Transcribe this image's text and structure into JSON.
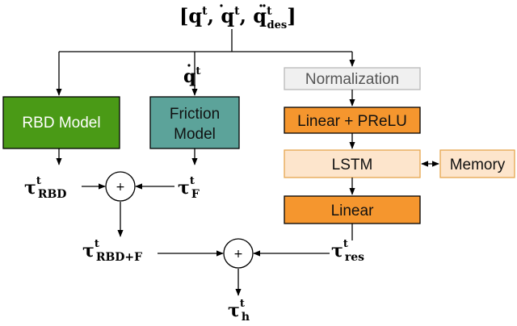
{
  "input": {
    "open_bracket": "[",
    "q": "q",
    "q_sup": "t",
    "sep1": ", ",
    "qd": "q",
    "qd_sup": "t",
    "sep2": ", ",
    "qdd": "q",
    "qdd_sup": "t",
    "qdd_sub": "des",
    "close_bracket": "]"
  },
  "qdot_label": {
    "symbol": "q",
    "sup": "t"
  },
  "boxes": {
    "rbd": {
      "label": "RBD Model",
      "fill": "#4a9a16"
    },
    "friction": {
      "line1": "Friction",
      "line2": "Model",
      "fill": "#5ca39a"
    },
    "normalization": {
      "label": "Normalization",
      "fill": "#f0f0f0"
    },
    "linear_prelu": {
      "label": "Linear + PReLU",
      "fill": "#f5962e"
    },
    "lstm": {
      "label": "LSTM",
      "fill": "#fde5cc"
    },
    "memory": {
      "label": "Memory",
      "fill": "#fde5cc"
    },
    "linear": {
      "label": "Linear",
      "fill": "#f5962e"
    }
  },
  "sum_nodes": {
    "symbol": "+"
  },
  "taus": {
    "rbd": {
      "symbol": "τ",
      "sup": "t",
      "sub": "RBD"
    },
    "f": {
      "symbol": "τ",
      "sup": "t",
      "sub": "F"
    },
    "rbdf": {
      "symbol": "τ",
      "sup": "t",
      "sub": "RBD+F"
    },
    "res": {
      "symbol": "τ",
      "sup": "t",
      "sub": "res"
    },
    "h": {
      "symbol": "τ",
      "sup": "t",
      "sub": "h"
    }
  }
}
